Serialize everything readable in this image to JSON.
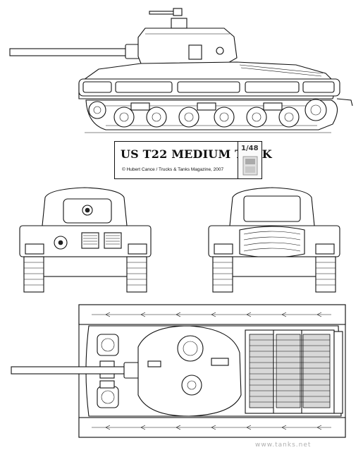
{
  "title": "US T22 MEDIUM TANK",
  "scale": "1/48",
  "credit": "© Hubert Cance / Trucks & Tanks Magazine, 2007",
  "watermark": "www.tanks.net",
  "colors": {
    "line": "#111111",
    "background": "#ffffff",
    "shade": "#d8d8d8"
  }
}
